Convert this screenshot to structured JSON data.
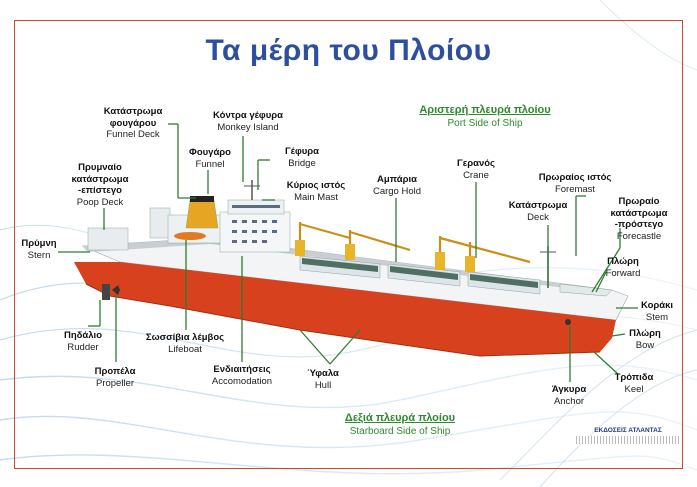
{
  "title": "Τα μέρη του Πλοίου",
  "port_side": {
    "gr": "Αριστερή πλευρά πλοίου",
    "en": "Port Side of Ship"
  },
  "starboard_side": {
    "gr": "Δεξιά πλευρά πλοίου",
    "en": "Starboard Side of Ship"
  },
  "parts": {
    "funnel_deck": {
      "gr": "Κατάστρωμα φουγάρου",
      "en": "Funnel Deck"
    },
    "monkey_island": {
      "gr": "Κόντρα γέφυρα",
      "en": "Monkey Island"
    },
    "funnel": {
      "gr": "Φουγάρο",
      "en": "Funnel"
    },
    "bridge": {
      "gr": "Γέφυρα",
      "en": "Bridge"
    },
    "main_mast": {
      "gr": "Κύριος ιστός",
      "en": "Main Mast"
    },
    "poop_deck": {
      "gr": "Πρυμναίο κατάστρωμα -επίστεγο",
      "en": "Poop Deck"
    },
    "cargo_hold": {
      "gr": "Αμπάρια",
      "en": "Cargo Hold"
    },
    "crane": {
      "gr": "Γερανός",
      "en": "Crane"
    },
    "foremast": {
      "gr": "Πρωραίος ιστός",
      "en": "Foremast"
    },
    "deck": {
      "gr": "Κατάστρωμα",
      "en": "Deck"
    },
    "forecastle": {
      "gr": "Πρωραίο κατάστρωμα -πρόστεγο",
      "en": "Forecastle"
    },
    "stern": {
      "gr": "Πρύμνη",
      "en": "Stern"
    },
    "forward": {
      "gr": "Πλώρη",
      "en": "Forward"
    },
    "stem": {
      "gr": "Κοράκι",
      "en": "Stem"
    },
    "rudder": {
      "gr": "Πηδάλιο",
      "en": "Rudder"
    },
    "lifeboat": {
      "gr": "Σωσσίβια λέμβος",
      "en": "Lifeboat"
    },
    "bow": {
      "gr": "Πλώρη",
      "en": "Bow"
    },
    "propeller": {
      "gr": "Προπέλα",
      "en": "Propeller"
    },
    "accomodation": {
      "gr": "Ενδιαιτήσεις",
      "en": "Accomodation"
    },
    "hull": {
      "gr": "Ύφαλα",
      "en": "Hull"
    },
    "keel": {
      "gr": "Τρόπιδα",
      "en": "Keel"
    },
    "anchor": {
      "gr": "Άγκυρα",
      "en": "Anchor"
    }
  },
  "publisher": "ΕΚΔΟΣΕΙΣ ΑΤΛΑΝΤΑΣ",
  "colors": {
    "title": "#2e4f9e",
    "side_labels": "#2e8a2e",
    "hull_red": "#d8411e",
    "crane_yellow": "#e8b52a",
    "frame": "#c84a2a"
  }
}
